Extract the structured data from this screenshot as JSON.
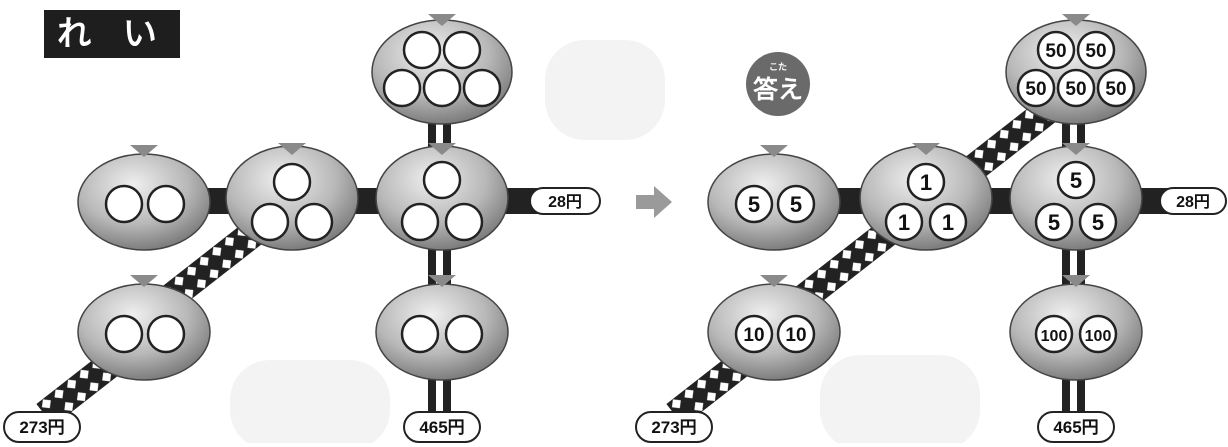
{
  "title": "れ い",
  "answer_label": "答え",
  "answer_ruby": "こた",
  "example": {
    "price_right": "28円",
    "price_left": "273円",
    "price_bottom": "465円"
  },
  "answer": {
    "price_right": "28円",
    "price_left": "273円",
    "price_bottom": "465円",
    "purse_left": [
      "5",
      "5"
    ],
    "purse_center": [
      "1",
      "1",
      "1"
    ],
    "purse_right": [
      "5",
      "5",
      "5"
    ],
    "purse_bottom_left": [
      "10",
      "10"
    ],
    "purse_bottom_right": [
      "100",
      "100"
    ],
    "purse_top": [
      "50",
      "50",
      "50",
      "50",
      "50"
    ]
  }
}
